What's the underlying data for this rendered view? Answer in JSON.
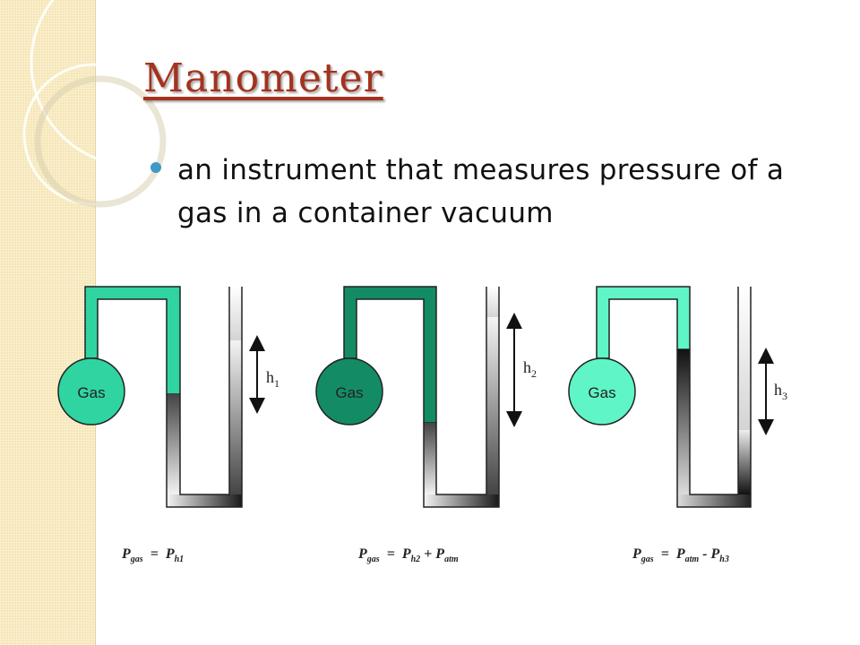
{
  "slide": {
    "title": "Manometer",
    "bullet": "an instrument that measures pressure of a gas in a container vacuum"
  },
  "colors": {
    "title": "#a4321e",
    "bullet_dot": "#3d9ac4",
    "strip": "#f6e6b6",
    "gas_1": "#2fd4a1",
    "gas_2": "#138c66",
    "gas_3": "#5ff5c6",
    "mercury": "#111111"
  },
  "manometers": [
    {
      "gas_label": "Gas",
      "h_letter": "h",
      "h_sub": "1",
      "formula": {
        "lhs": "P",
        "lhs_sub": "gas",
        "eq": "=",
        "t1": "P",
        "t1_sub": "h1",
        "op": "",
        "t2": "",
        "t2_sub": ""
      }
    },
    {
      "gas_label": "Gas",
      "h_letter": "h",
      "h_sub": "2",
      "formula": {
        "lhs": "P",
        "lhs_sub": "gas",
        "eq": "=",
        "t1": "P",
        "t1_sub": "h2",
        "op": "+",
        "t2": "P",
        "t2_sub": "atm"
      }
    },
    {
      "gas_label": "Gas",
      "h_letter": "h",
      "h_sub": "3",
      "formula": {
        "lhs": "P",
        "lhs_sub": "gas",
        "eq": "=",
        "t1": "P",
        "t1_sub": "atm",
        "op": "-",
        "t2": "P",
        "t2_sub": "h3"
      }
    }
  ]
}
